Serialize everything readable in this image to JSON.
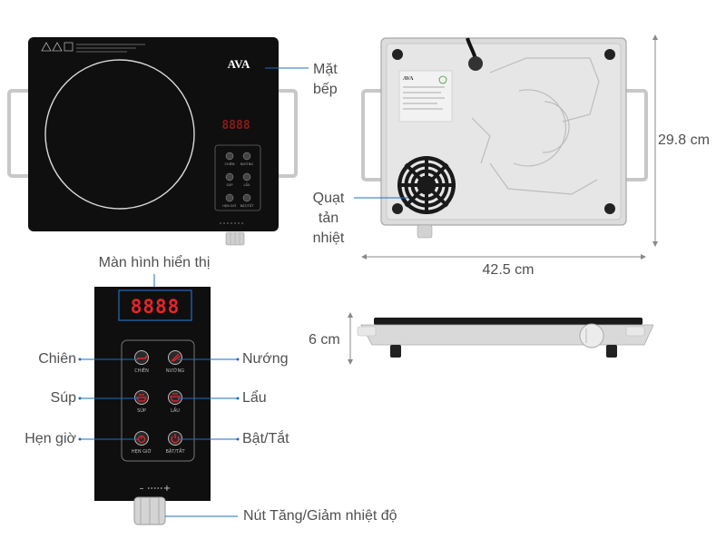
{
  "top_view": {
    "brand": "AVA",
    "display": "8888",
    "buttons": [
      "CHIÊN",
      "NƯỚNG",
      "SÚP",
      "LẨU",
      "HẸN GIỜ",
      "BẬT/TẮT"
    ],
    "label_surface": "Mặt\nbếp"
  },
  "bottom_view": {
    "label_fan": "Quạt\ntản\nnhiệt",
    "height_dim": "29.8 cm",
    "width_dim": "42.5 cm"
  },
  "side_view": {
    "depth_dim": "6 cm"
  },
  "panel_detail": {
    "display_label": "Màn hình hiển thị",
    "display": "8888",
    "buttons": [
      "CHIÊN",
      "NƯỚNG",
      "SÚP",
      "LẨU",
      "HẸN GIỜ",
      "BẬT/TẮT"
    ],
    "callouts": [
      "Chiên",
      "Nướng",
      "Súp",
      "Lẩu",
      "Hẹn giờ",
      "Bật/Tắt"
    ],
    "knob_label": "Nút Tăng/Giảm nhiệt độ"
  },
  "colors": {
    "glass": "#111111",
    "accent": "#e8232a",
    "callout_line": "#1e6fc0",
    "steel": "#d8d8d8"
  }
}
